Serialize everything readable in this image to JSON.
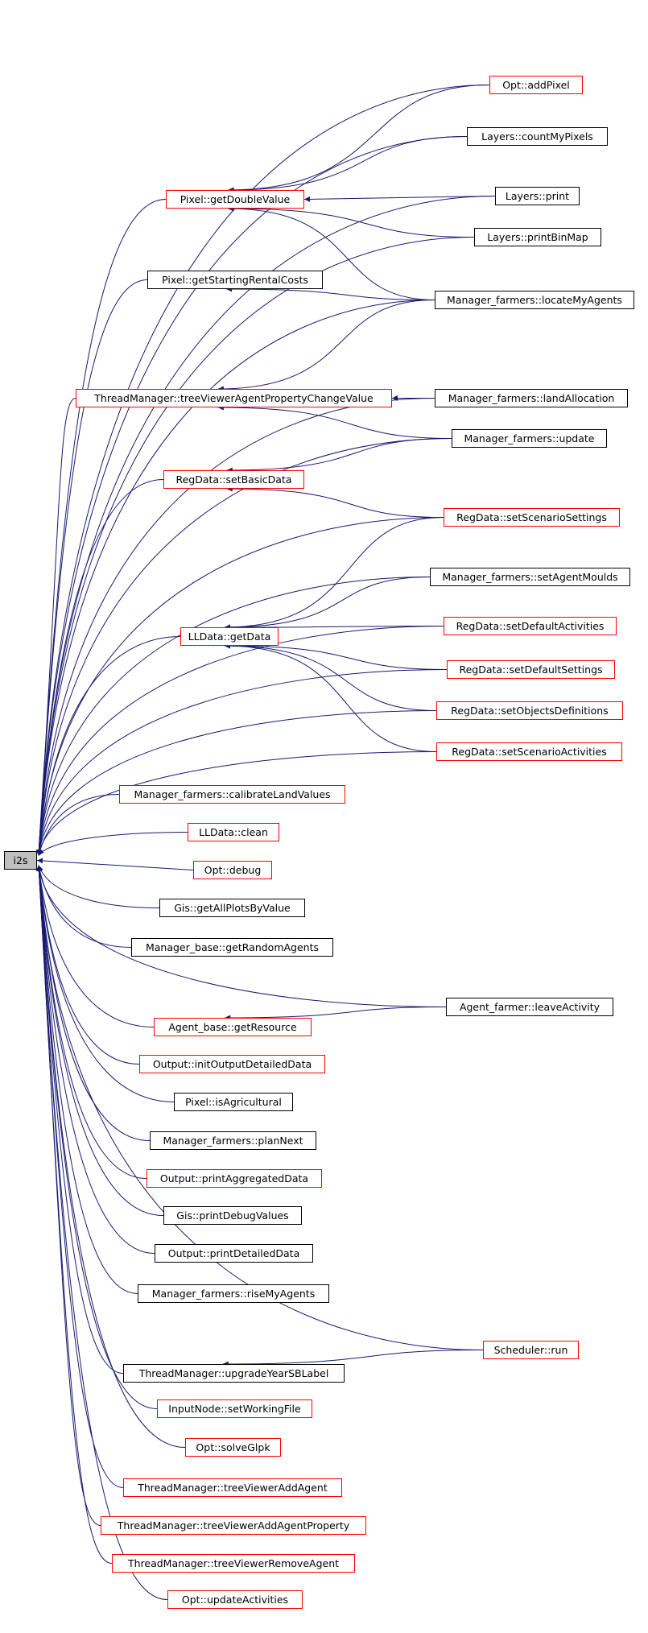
{
  "graph": {
    "edge_color": "#191970",
    "link_border_color": "#ff0000",
    "plain_border_color": "#000000",
    "root_fill_color": "#bfbfbf",
    "root": {
      "id": "i2s",
      "label": "i2s"
    },
    "nodes": [
      {
        "id": "opt_addPixel",
        "label": "Opt::addPixel",
        "red": true
      },
      {
        "id": "layers_countMyPixels",
        "label": "Layers::countMyPixels",
        "red": false
      },
      {
        "id": "pixel_getDoubleValue",
        "label": "Pixel::getDoubleValue",
        "red": true
      },
      {
        "id": "layers_print",
        "label": "Layers::print",
        "red": false
      },
      {
        "id": "layers_printBinMap",
        "label": "Layers::printBinMap",
        "red": false
      },
      {
        "id": "pixel_getStartingRentalCosts",
        "label": "Pixel::getStartingRentalCosts",
        "red": false
      },
      {
        "id": "mf_locateMyAgents",
        "label": "Manager_farmers::locateMyAgents",
        "red": false
      },
      {
        "id": "tm_treeViewerAgentPropertyChangeValue",
        "label": "ThreadManager::treeViewerAgentPropertyChangeValue",
        "red": true
      },
      {
        "id": "mf_landAllocation",
        "label": "Manager_farmers::landAllocation",
        "red": false
      },
      {
        "id": "mf_update",
        "label": "Manager_farmers::update",
        "red": false
      },
      {
        "id": "rd_setBasicData",
        "label": "RegData::setBasicData",
        "red": true
      },
      {
        "id": "rd_setScenarioSettings",
        "label": "RegData::setScenarioSettings",
        "red": true
      },
      {
        "id": "mf_setAgentMoulds",
        "label": "Manager_farmers::setAgentMoulds",
        "red": false
      },
      {
        "id": "lld_getData",
        "label": "LLData::getData",
        "red": true
      },
      {
        "id": "rd_setDefaultActivities",
        "label": "RegData::setDefaultActivities",
        "red": true
      },
      {
        "id": "rd_setDefaultSettings",
        "label": "RegData::setDefaultSettings",
        "red": true
      },
      {
        "id": "rd_setObjectsDefinitions",
        "label": "RegData::setObjectsDefinitions",
        "red": true
      },
      {
        "id": "rd_setScenarioActivities",
        "label": "RegData::setScenarioActivities",
        "red": true
      },
      {
        "id": "mf_calibrateLandValues",
        "label": "Manager_farmers::calibrateLandValues",
        "red": true
      },
      {
        "id": "lld_clean",
        "label": "LLData::clean",
        "red": true
      },
      {
        "id": "opt_debug",
        "label": "Opt::debug",
        "red": true
      },
      {
        "id": "gis_getAllPlotsByValue",
        "label": "Gis::getAllPlotsByValue",
        "red": false
      },
      {
        "id": "mb_getRandomAgents",
        "label": "Manager_base::getRandomAgents",
        "red": false
      },
      {
        "id": "af_leaveActivity",
        "label": "Agent_farmer::leaveActivity",
        "red": false
      },
      {
        "id": "ab_getResource",
        "label": "Agent_base::getResource",
        "red": true
      },
      {
        "id": "out_initOutputDetailedData",
        "label": "Output::initOutputDetailedData",
        "red": true
      },
      {
        "id": "pixel_isAgricultural",
        "label": "Pixel::isAgricultural",
        "red": false
      },
      {
        "id": "mf_planNext",
        "label": "Manager_farmers::planNext",
        "red": false
      },
      {
        "id": "out_printAggregatedData",
        "label": "Output::printAggregatedData",
        "red": true
      },
      {
        "id": "gis_printDebugValues",
        "label": "Gis::printDebugValues",
        "red": false
      },
      {
        "id": "out_printDetailedData",
        "label": "Output::printDetailedData",
        "red": false
      },
      {
        "id": "mf_riseMyAgents",
        "label": "Manager_farmers::riseMyAgents",
        "red": false
      },
      {
        "id": "sched_run",
        "label": "Scheduler::run",
        "red": true
      },
      {
        "id": "tm_upgradeYearSBLabel",
        "label": "ThreadManager::upgradeYearSBLabel",
        "red": false
      },
      {
        "id": "in_setWorkingFile",
        "label": "InputNode::setWorkingFile",
        "red": true
      },
      {
        "id": "opt_solveGlpk",
        "label": "Opt::solveGlpk",
        "red": true
      },
      {
        "id": "tm_treeViewerAddAgent",
        "label": "ThreadManager::treeViewerAddAgent",
        "red": true
      },
      {
        "id": "tm_treeViewerAddAgentProperty",
        "label": "ThreadManager::treeViewerAddAgentProperty",
        "red": true
      },
      {
        "id": "tm_treeViewerRemoveAgent",
        "label": "ThreadManager::treeViewerRemoveAgent",
        "red": true
      },
      {
        "id": "opt_updateActivities",
        "label": "Opt::updateActivities",
        "red": true
      }
    ],
    "edges": [
      {
        "from": "opt_addPixel",
        "to": "i2s"
      },
      {
        "from": "opt_addPixel",
        "to": "pixel_getDoubleValue"
      },
      {
        "from": "layers_countMyPixels",
        "to": "i2s"
      },
      {
        "from": "layers_countMyPixels",
        "to": "pixel_getDoubleValue"
      },
      {
        "from": "pixel_getDoubleValue",
        "to": "i2s"
      },
      {
        "from": "layers_print",
        "to": "i2s"
      },
      {
        "from": "layers_print",
        "to": "pixel_getDoubleValue"
      },
      {
        "from": "layers_printBinMap",
        "to": "i2s"
      },
      {
        "from": "layers_printBinMap",
        "to": "pixel_getDoubleValue"
      },
      {
        "from": "pixel_getStartingRentalCosts",
        "to": "i2s"
      },
      {
        "from": "mf_locateMyAgents",
        "to": "i2s"
      },
      {
        "from": "mf_locateMyAgents",
        "to": "pixel_getDoubleValue"
      },
      {
        "from": "mf_locateMyAgents",
        "to": "pixel_getStartingRentalCosts"
      },
      {
        "from": "mf_locateMyAgents",
        "to": "tm_treeViewerAgentPropertyChangeValue"
      },
      {
        "from": "tm_treeViewerAgentPropertyChangeValue",
        "to": "i2s"
      },
      {
        "from": "mf_landAllocation",
        "to": "i2s"
      },
      {
        "from": "mf_landAllocation",
        "to": "tm_treeViewerAgentPropertyChangeValue"
      },
      {
        "from": "mf_update",
        "to": "i2s"
      },
      {
        "from": "mf_update",
        "to": "tm_treeViewerAgentPropertyChangeValue"
      },
      {
        "from": "mf_update",
        "to": "rd_setBasicData"
      },
      {
        "from": "rd_setBasicData",
        "to": "i2s"
      },
      {
        "from": "rd_setScenarioSettings",
        "to": "i2s"
      },
      {
        "from": "rd_setScenarioSettings",
        "to": "rd_setBasicData"
      },
      {
        "from": "rd_setScenarioSettings",
        "to": "lld_getData"
      },
      {
        "from": "mf_setAgentMoulds",
        "to": "i2s"
      },
      {
        "from": "mf_setAgentMoulds",
        "to": "lld_getData"
      },
      {
        "from": "lld_getData",
        "to": "i2s"
      },
      {
        "from": "rd_setDefaultActivities",
        "to": "i2s"
      },
      {
        "from": "rd_setDefaultActivities",
        "to": "lld_getData"
      },
      {
        "from": "rd_setDefaultSettings",
        "to": "i2s"
      },
      {
        "from": "rd_setDefaultSettings",
        "to": "lld_getData"
      },
      {
        "from": "rd_setObjectsDefinitions",
        "to": "i2s"
      },
      {
        "from": "rd_setObjectsDefinitions",
        "to": "lld_getData"
      },
      {
        "from": "rd_setScenarioActivities",
        "to": "i2s"
      },
      {
        "from": "rd_setScenarioActivities",
        "to": "lld_getData"
      },
      {
        "from": "mf_calibrateLandValues",
        "to": "i2s"
      },
      {
        "from": "lld_clean",
        "to": "i2s"
      },
      {
        "from": "opt_debug",
        "to": "i2s"
      },
      {
        "from": "gis_getAllPlotsByValue",
        "to": "i2s"
      },
      {
        "from": "mb_getRandomAgents",
        "to": "i2s"
      },
      {
        "from": "af_leaveActivity",
        "to": "i2s"
      },
      {
        "from": "af_leaveActivity",
        "to": "ab_getResource"
      },
      {
        "from": "ab_getResource",
        "to": "i2s"
      },
      {
        "from": "out_initOutputDetailedData",
        "to": "i2s"
      },
      {
        "from": "pixel_isAgricultural",
        "to": "i2s"
      },
      {
        "from": "mf_planNext",
        "to": "i2s"
      },
      {
        "from": "out_printAggregatedData",
        "to": "i2s"
      },
      {
        "from": "gis_printDebugValues",
        "to": "i2s"
      },
      {
        "from": "out_printDetailedData",
        "to": "i2s"
      },
      {
        "from": "mf_riseMyAgents",
        "to": "i2s"
      },
      {
        "from": "sched_run",
        "to": "i2s"
      },
      {
        "from": "sched_run",
        "to": "tm_upgradeYearSBLabel"
      },
      {
        "from": "tm_upgradeYearSBLabel",
        "to": "i2s"
      },
      {
        "from": "in_setWorkingFile",
        "to": "i2s"
      },
      {
        "from": "opt_solveGlpk",
        "to": "i2s"
      },
      {
        "from": "tm_treeViewerAddAgent",
        "to": "i2s"
      },
      {
        "from": "tm_treeViewerAddAgentProperty",
        "to": "i2s"
      },
      {
        "from": "tm_treeViewerRemoveAgent",
        "to": "i2s"
      },
      {
        "from": "opt_updateActivities",
        "to": "i2s"
      }
    ]
  }
}
